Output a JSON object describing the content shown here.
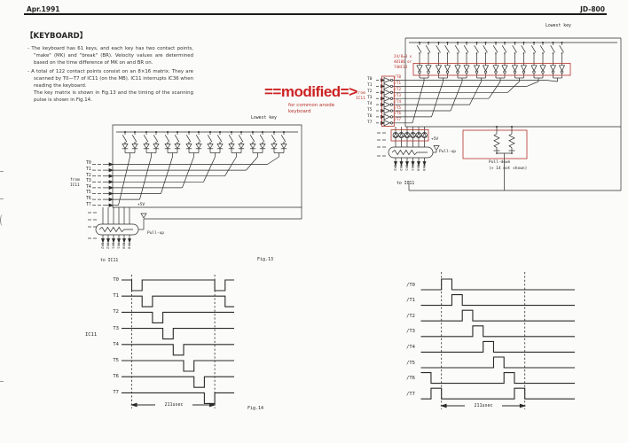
{
  "page": {
    "date": "Apr.1991",
    "model": "JD-800"
  },
  "section": {
    "title": "【KEYBOARD】",
    "bullets": [
      "- The keyboard has 61 keys, and each key has two contact points, \"make\" (MK) and \"break\" (BR). Velocity values are determined based on the time difference of MK on and BR on.",
      "- A total of 122 contact points consist on an 8×16 matrix. They are scanned by T0—T7 of IC11 (on the MB). IC11 interrupts IC36 when reading the keyboard.\nThe key matrix is shown in Fig.13 and the timing of the scanning pulse is shown in Fig.14."
    ]
  },
  "annotation": {
    "headline": "==modified=>",
    "note": "for common anode\nkeyboard"
  },
  "colors": {
    "red": "#b3302a",
    "headline_red": "#cc2222",
    "ink": "#2a2a2a"
  },
  "left_circuit": {
    "lowest_key": "Lowest key",
    "from_label": "from\nIC11",
    "scan_lines": [
      "T0",
      "T1",
      "T2",
      "T3",
      "T4",
      "T5",
      "T6",
      "T7"
    ],
    "supply": "+5V",
    "pullup": "Pull-up",
    "returns": [
      "BR2",
      "MK2",
      "BR1",
      "MK1",
      "BR0",
      "MK0"
    ],
    "to_ic": "to IC11",
    "fig": "Fig.13"
  },
  "right_circuit": {
    "lowest_key": "Lowest key",
    "ic_note": [
      "24/8=3 x",
      "40106 or",
      "74HC14"
    ],
    "from_label": "from\nIC11",
    "scan_lines": [
      "T0",
      "T1",
      "T2",
      "T3",
      "T4",
      "T5",
      "T6",
      "T7"
    ],
    "inverted_lines": [
      "/T0",
      "/T1",
      "/T2",
      "/T3",
      "/T4",
      "/T5",
      "/T6",
      "/T7"
    ],
    "supply": "+5V",
    "pullup": "Pull-up",
    "pulldown": "Pull-down",
    "pulldown_note": "(× 14 not shown)",
    "returns": [
      "BR2",
      "MK2",
      "BR1",
      "MK1",
      "BR0",
      "MK0"
    ],
    "to_ic": "to IC11"
  },
  "timing_left": {
    "device": "IC11",
    "labels": [
      "T0",
      "T1",
      "T2",
      "T3",
      "T4",
      "T5",
      "T6",
      "T7"
    ],
    "period_label": "211usec",
    "fig": "Fig.14"
  },
  "timing_right": {
    "labels": [
      "/T0",
      "/T1",
      "/T2",
      "/T3",
      "/T4",
      "/T5",
      "/T6",
      "/T7"
    ],
    "period_label": "211usec"
  }
}
